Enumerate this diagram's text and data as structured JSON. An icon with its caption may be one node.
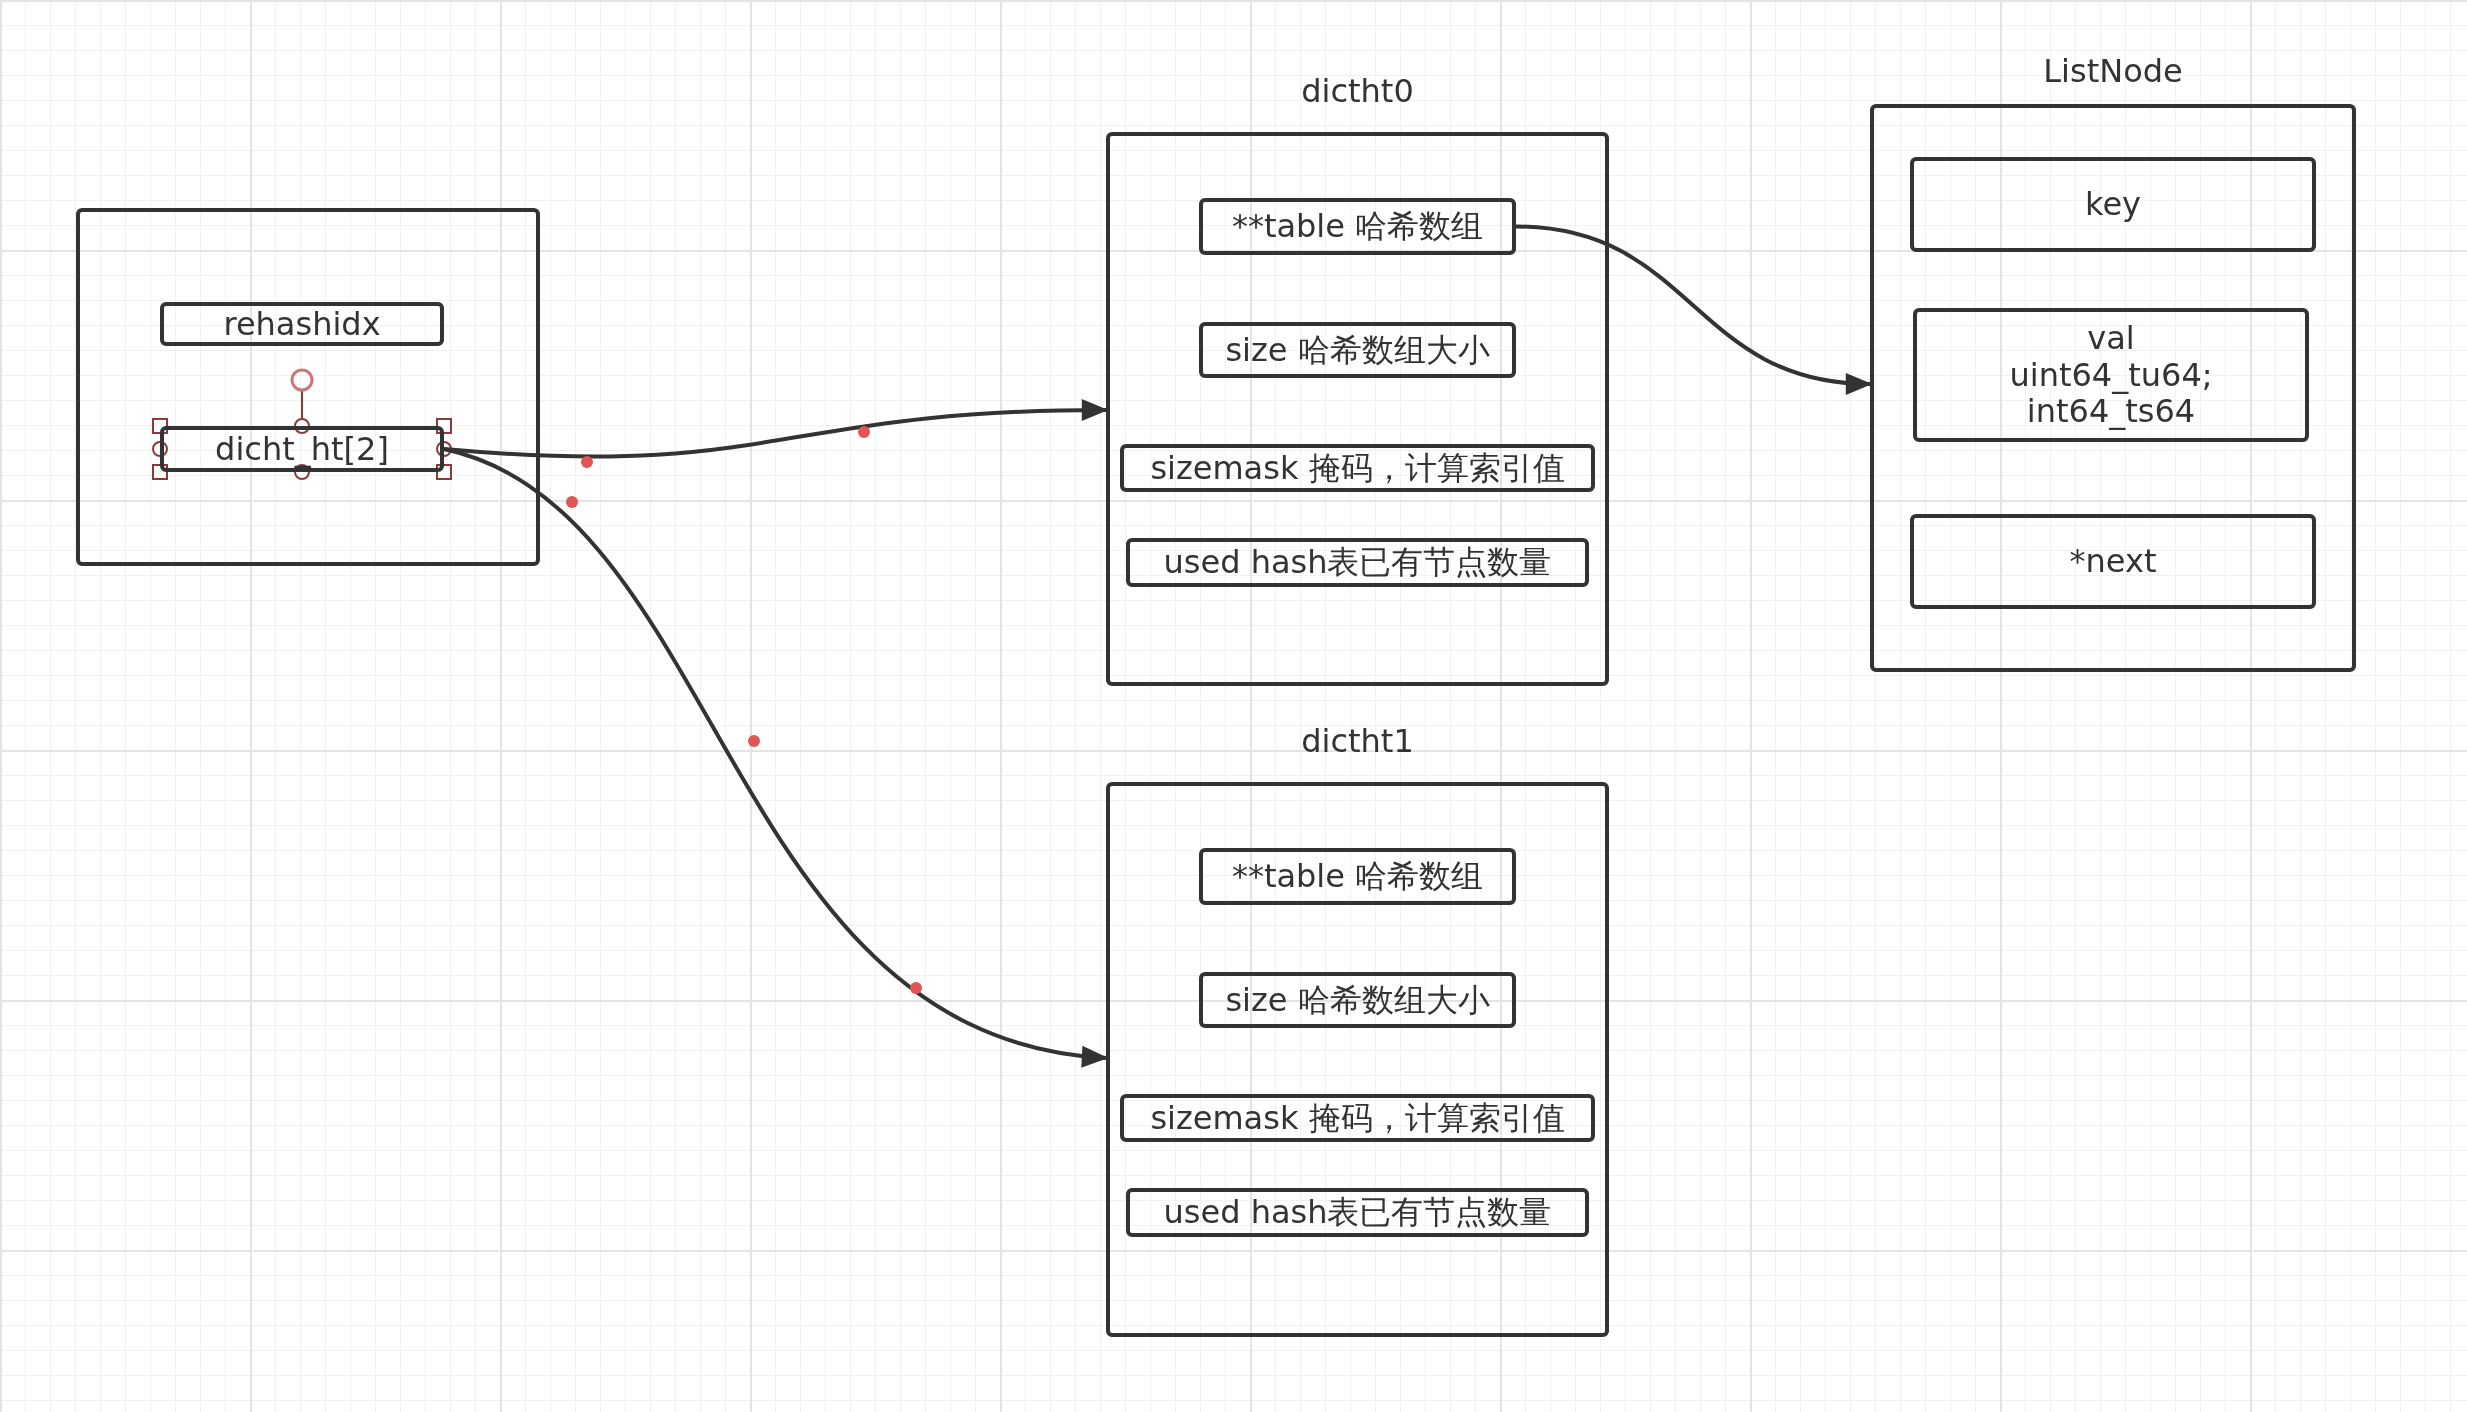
{
  "diagram": {
    "nodes": [
      {
        "text": [],
        "shape": "box"
      },
      {
        "text": [
          "rehashidx"
        ],
        "in": 0
      },
      {
        "text": [
          "dicht_ht[2]"
        ],
        "in": 0
      },
      {
        "text": [
          "dictht0"
        ]
      },
      {
        "text": [
          "**table 哈希数组"
        ],
        "in": 3
      },
      {
        "text": [
          "size 哈希数组大小"
        ],
        "in": 3
      },
      {
        "text": [
          "sizemask 掩码，计算索引值"
        ],
        "in": 3
      },
      {
        "text": [
          "used hash表已有节点数量"
        ],
        "in": 3
      },
      {
        "text": [
          "dictht1"
        ]
      },
      {
        "text": [
          "**table 哈希数组"
        ],
        "in": 8
      },
      {
        "text": [
          "size 哈希数组大小"
        ],
        "in": 8
      },
      {
        "text": [
          "sizemask 掩码，计算索引值"
        ],
        "in": 8
      },
      {
        "text": [
          "used hash表已有节点数量"
        ],
        "in": 8
      },
      {
        "text": [
          "ListNode"
        ]
      },
      {
        "text": [
          "key"
        ],
        "in": 13
      },
      {
        "text": [
          "val uint64_tu64; int64_ts64"
        ],
        "in": 13
      },
      {
        "text": [
          "*next"
        ],
        "in": 13
      }
    ],
    "edges": [
      {
        "from": 2,
        "to": 3,
        "arrow": "to"
      },
      {
        "from": 2,
        "to": 8,
        "arrow": "to"
      },
      {
        "from": 4,
        "to": 13,
        "arrow": "to"
      }
    ]
  }
}
